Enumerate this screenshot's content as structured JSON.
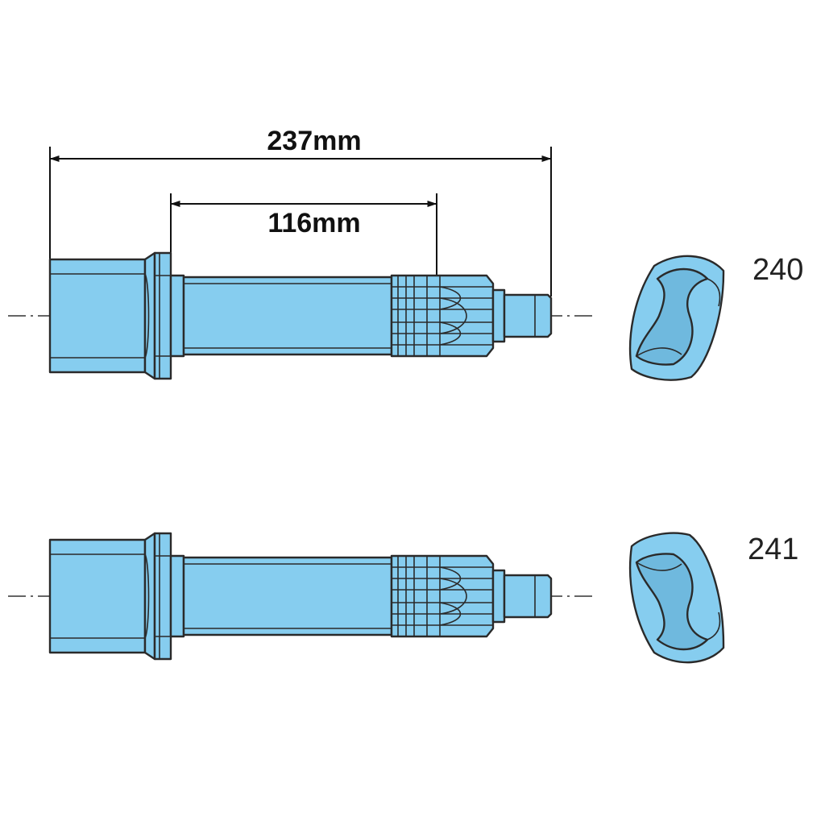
{
  "colors": {
    "part_fill": "#86cdef",
    "part_shade": "#6fb9de",
    "outline": "#2a2a2a"
  },
  "dimensions": {
    "overall": "237mm",
    "spline_to_flange": "116mm"
  },
  "parts": [
    {
      "number": "240"
    },
    {
      "number": "241"
    }
  ]
}
